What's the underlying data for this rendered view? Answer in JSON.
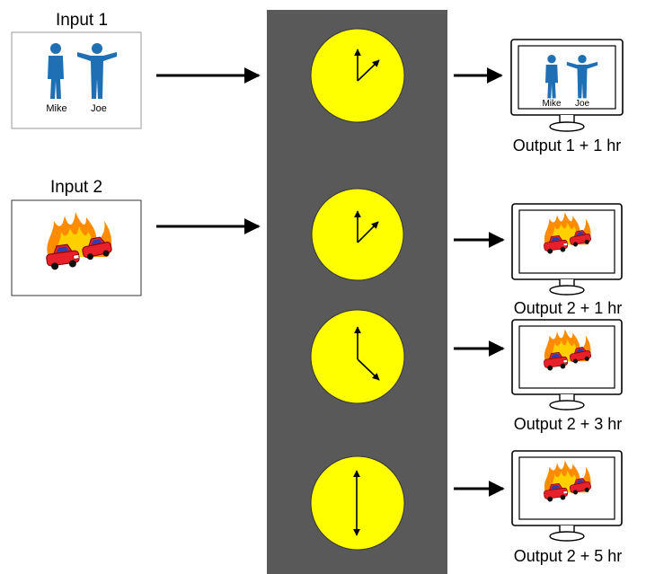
{
  "inputs": [
    {
      "label": "Input 1",
      "people": [
        "Mike",
        "Joe"
      ]
    },
    {
      "label": "Input 2"
    }
  ],
  "outputs": [
    {
      "label": "Output 1 + 1 hr",
      "people": [
        "Mike",
        "Joe"
      ]
    },
    {
      "label": "Output 2 + 1 hr"
    },
    {
      "label": "Output 2 + 3 hr"
    },
    {
      "label": "Output 2 + 5 hr"
    }
  ],
  "colors": {
    "processor_band": "#595959",
    "clock_face": "#ffff00",
    "person": "#1f6fb5",
    "fire_outer": "#ff8c00",
    "fire_inner": "#ffd000",
    "car_body": "#e8202a",
    "car_window": "#2a3fb0"
  },
  "icons": [
    "person-icon",
    "car-fire-icon",
    "clock-icon",
    "monitor-icon",
    "arrow-right-icon"
  ]
}
